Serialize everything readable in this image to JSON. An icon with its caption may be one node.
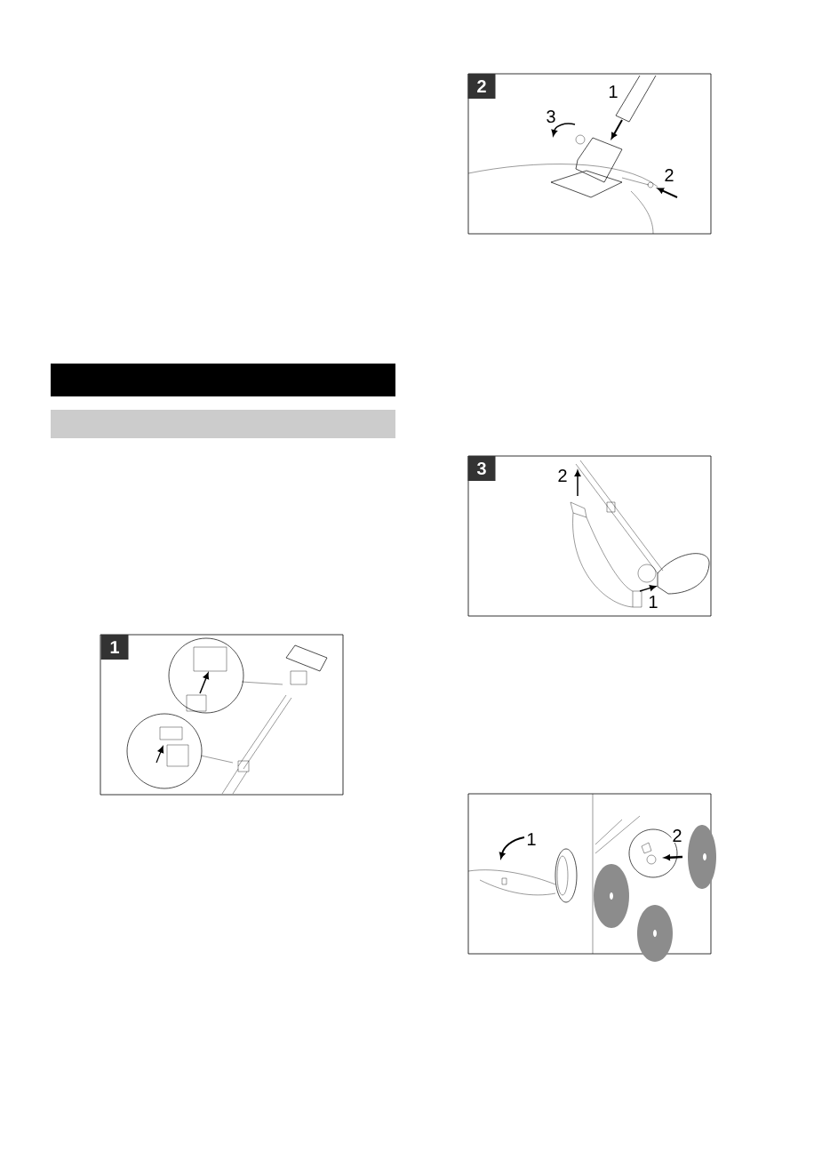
{
  "diagram": {
    "nodes": [
      {
        "text": [],
        "shape": "bar"
      },
      {
        "text": [],
        "shape": "bar"
      }
    ],
    "labels": [
      "1",
      "2",
      "1",
      "3",
      "2",
      "3",
      "2",
      "1",
      "1",
      "2"
    ]
  }
}
